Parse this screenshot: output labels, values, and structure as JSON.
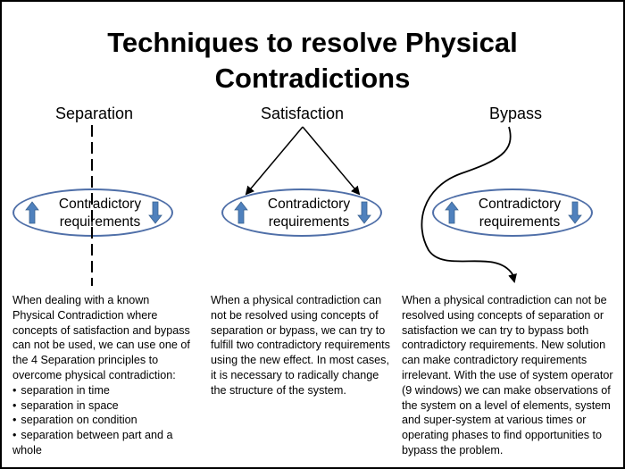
{
  "title": {
    "line1": "Techniques to resolve Physical",
    "line2": "Contradictions"
  },
  "columns": [
    {
      "heading": "Separation",
      "ellipse_label": "Contradictory requirements",
      "description": "When dealing with a known Physical Contradiction where concepts of satisfaction and bypass can not be used, we can use one of the 4 Separation principles to overcome physical contradiction:",
      "bullets": [
        "separation in time",
        "separation in space",
        "separation on condition",
        "separation between part and a whole"
      ]
    },
    {
      "heading": "Satisfaction",
      "ellipse_label": "Contradictory requirements",
      "description": "When a physical contradiction can not be resolved using concepts of separation or bypass, we can try to fulfill two contradictory requirements using the new effect. In most cases, it is necessary to radically change the structure of the system."
    },
    {
      "heading": "Bypass",
      "ellipse_label": "Contradictory requirements",
      "description": "When a physical contradiction can not be resolved using concepts of separation or satisfaction we can try to bypass both contradictory requirements. New solution can make contradictory requirements irrelevant. With the use of system operator (9 windows) we can make observations of the system on a level of elements, system and super-system at various times or operating phases to find opportunities to bypass the problem."
    }
  ],
  "icons": {
    "up": "arrow-up-icon",
    "down": "arrow-down-icon"
  },
  "colors": {
    "ellipse_border": "#4f6fa8",
    "arrow_fill": "#4f81bd",
    "frame": "#000000"
  }
}
